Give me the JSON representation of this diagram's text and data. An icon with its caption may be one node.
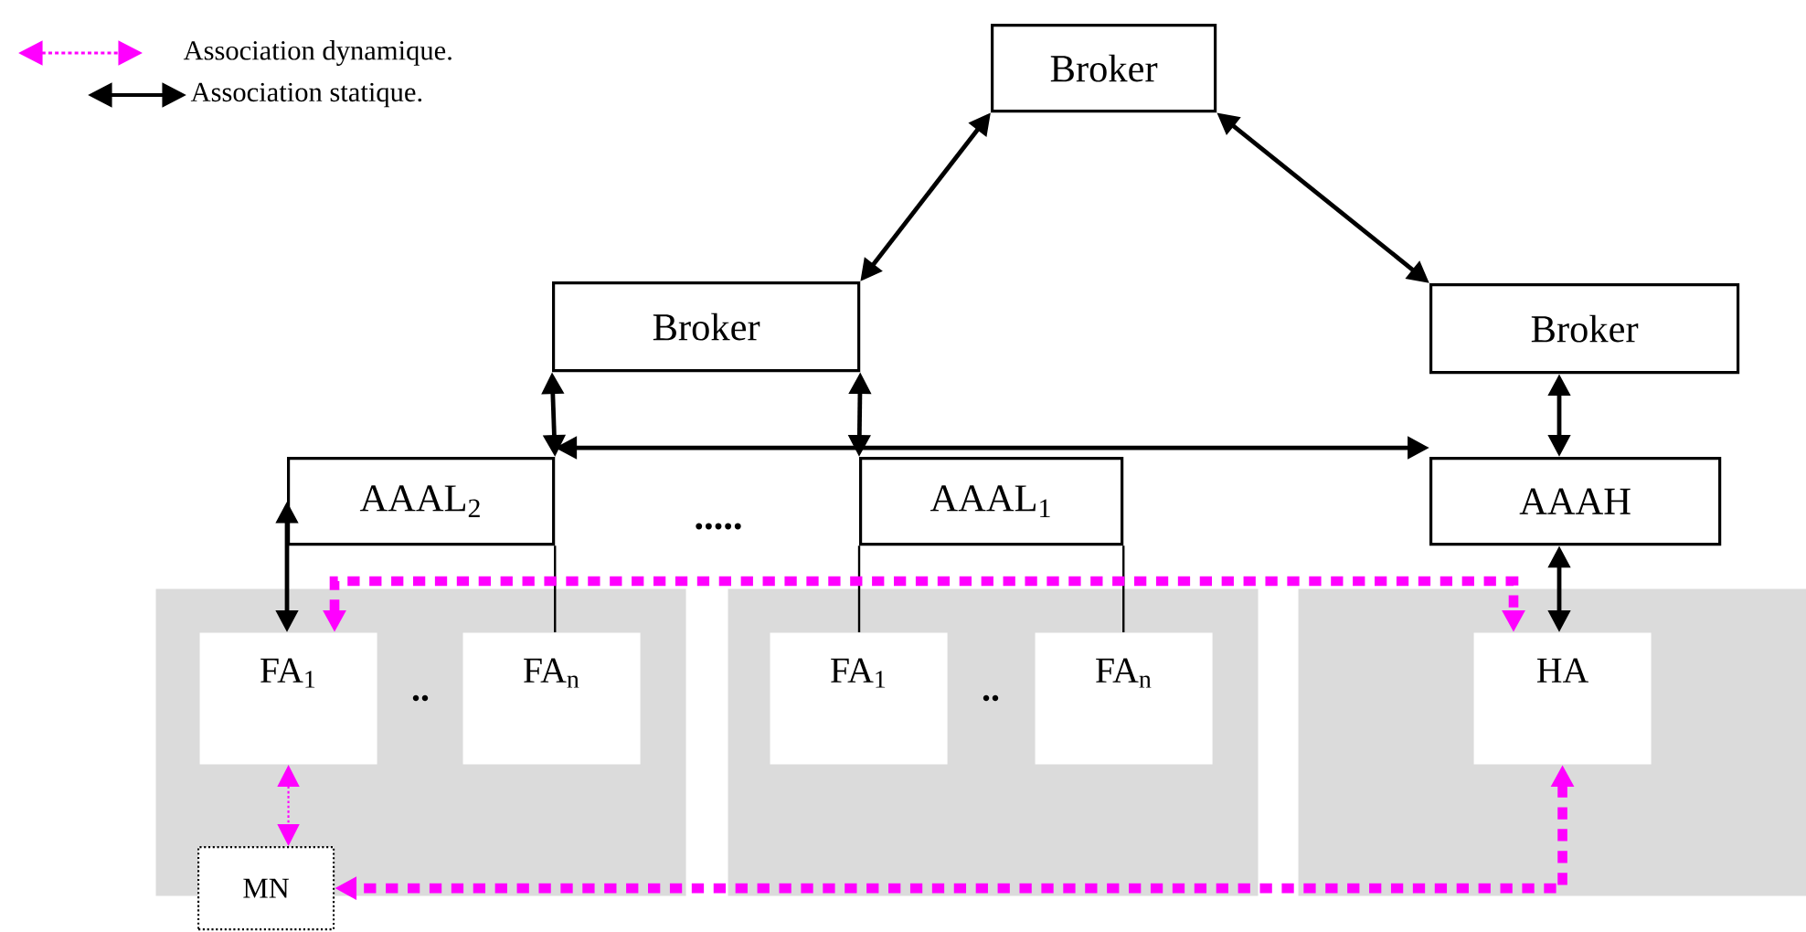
{
  "diagram": {
    "nodes": [
      {
        "text": [
          "Broker"
        ]
      },
      {
        "text": [
          "Broker"
        ]
      },
      {
        "text": [
          "Broker"
        ]
      },
      {
        "text": [
          "AAAL$_{2}$"
        ]
      },
      {
        "text": [
          "AAAL$_{1}$"
        ]
      },
      {
        "text": [
          "AAAH"
        ]
      },
      {
        "text": [],
        "shape": "box"
      },
      {
        "text": [],
        "shape": "box"
      },
      {
        "text": [],
        "shape": "box"
      },
      {
        "text": [
          "FA$_{1}$"
        ],
        "in": 6
      },
      {
        "text": [
          "FA$_{n}$"
        ],
        "in": 6
      },
      {
        "text": [
          "FA$_{1}$"
        ],
        "in": 7
      },
      {
        "text": [
          "FA$_{n}$"
        ],
        "in": 7
      },
      {
        "text": [
          "HA"
        ],
        "in": 8
      },
      {
        "text": [
          "MN"
        ]
      }
    ],
    "edges": [
      {
        "from": 0,
        "to": 1,
        "arrow": "both"
      },
      {
        "from": 0,
        "to": 2,
        "arrow": "both"
      },
      {
        "from": 1,
        "to": 3,
        "arrow": "both"
      },
      {
        "from": 1,
        "to": 4,
        "arrow": "both"
      },
      {
        "from": 3,
        "to": 5,
        "arrow": "both"
      },
      {
        "from": 2,
        "to": 5,
        "arrow": "both"
      },
      {
        "from": 3,
        "to": 9,
        "arrow": "both"
      },
      {
        "from": 3,
        "to": 10,
        "arrow": "none"
      },
      {
        "from": 4,
        "to": 11,
        "arrow": "none"
      },
      {
        "from": 4,
        "to": 12,
        "arrow": "none"
      },
      {
        "from": 5,
        "to": 13,
        "arrow": "both"
      },
      {
        "from": 9,
        "to": 13,
        "arrow": "both",
        "style": "dashed",
        "color": "#ff00ff"
      },
      {
        "from": 9,
        "to": 14,
        "arrow": "both",
        "style": "dashed",
        "color": "#ff00ff"
      },
      {
        "from": 13,
        "to": 14,
        "arrow": "both",
        "style": "dashed",
        "color": "#ff00ff"
      }
    ],
    "labels": [
      ".....",
      "..",
      ".."
    ],
    "legend": [
      {
        "text": "Association dynamique."
      },
      {
        "text": "Association statique."
      }
    ]
  }
}
